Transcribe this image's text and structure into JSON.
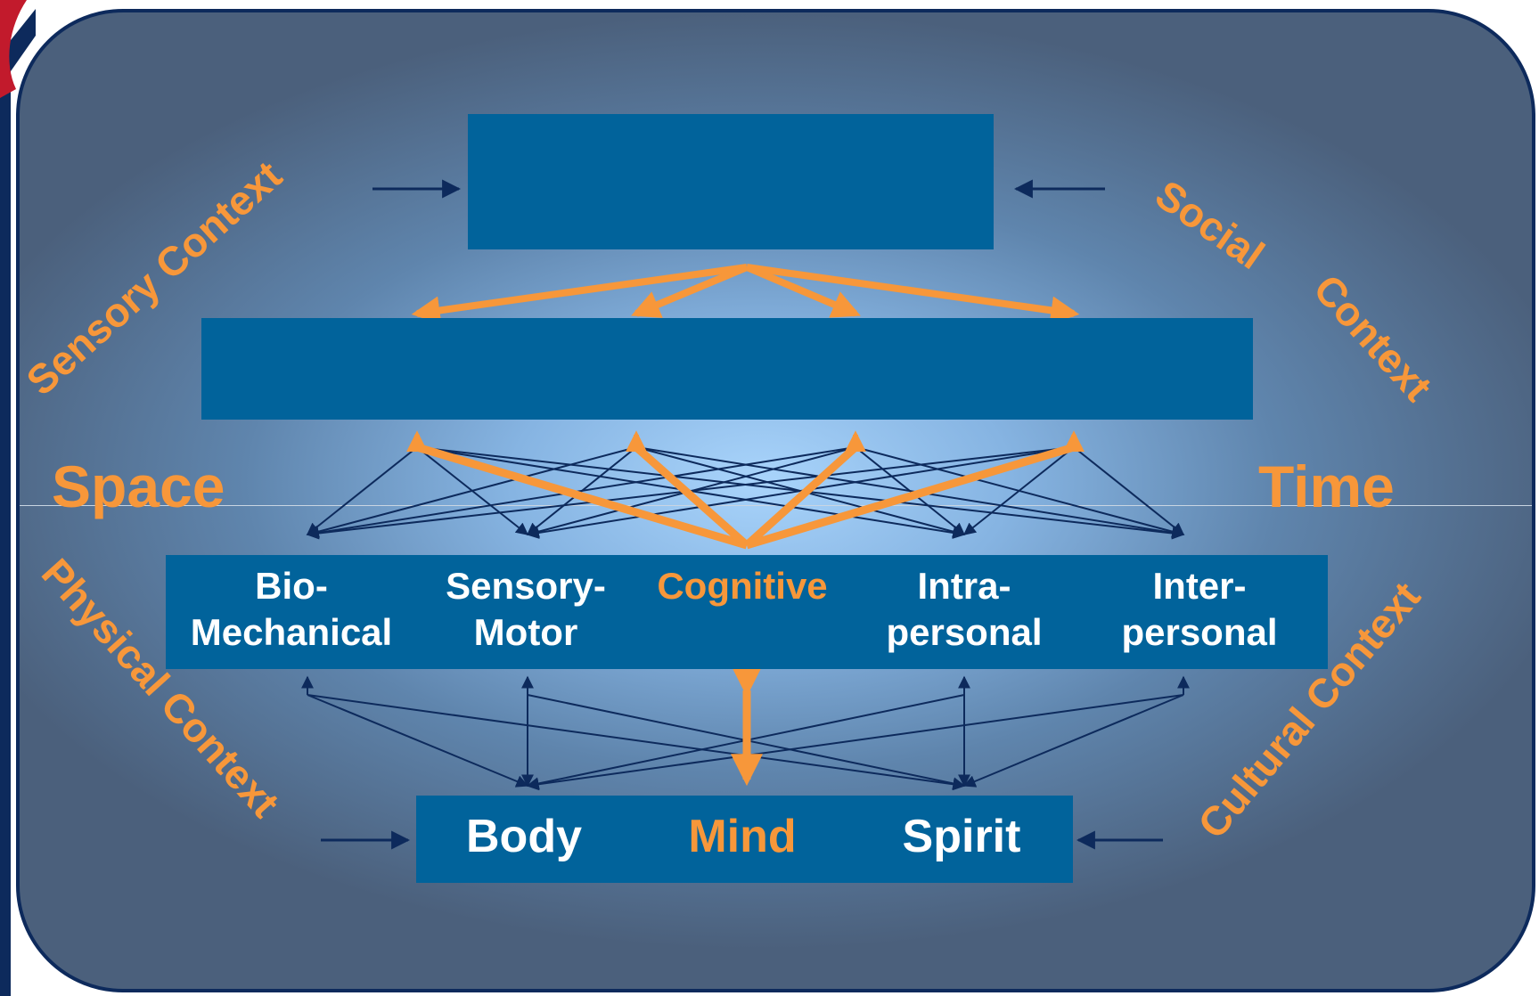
{
  "domain_labels": [
    {
      "text": "Bio-\nMechanical",
      "highlight": false
    },
    {
      "text": "Sensory-\nMotor",
      "highlight": false
    },
    {
      "text": "Cognitive",
      "highlight": true
    },
    {
      "text": "Intra-\npersonal",
      "highlight": false
    },
    {
      "text": "Inter-\npersonal",
      "highlight": false
    }
  ],
  "person_labels": [
    {
      "text": "Body",
      "highlight": false
    },
    {
      "text": "Mind",
      "highlight": true
    },
    {
      "text": "Spirit",
      "highlight": false
    }
  ],
  "contexts": {
    "sensory": "Sensory Context",
    "social_1": "Social",
    "social_2": "Context",
    "physical": "Physical Context",
    "cultural": "Cultural Context"
  },
  "axes": {
    "space": "Space",
    "time": "Time"
  },
  "colors": {
    "box_blue": "#01639b",
    "highlight_orange": "#f7973a",
    "connector_navy": "#0d2a5c",
    "text_white": "#ffffff"
  }
}
